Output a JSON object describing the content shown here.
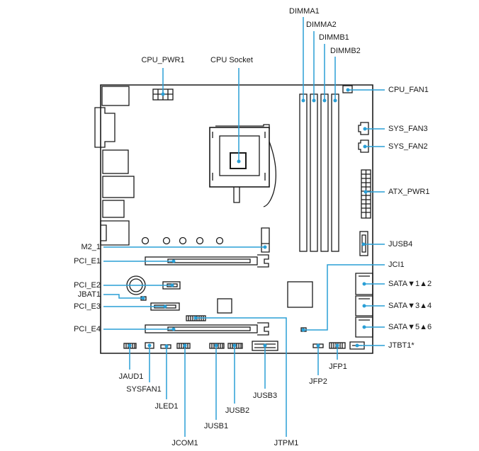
{
  "colors": {
    "leader": "#2a9fd6",
    "outline": "#1a1a1a",
    "text": "#1a1a1a",
    "background": "#ffffff"
  },
  "labels": {
    "dimma1": "DIMMA1",
    "dimma2": "DIMMA2",
    "dimmb1": "DIMMB1",
    "dimmb2": "DIMMB2",
    "cpu_pwr1": "CPU_PWR1",
    "cpu_socket": "CPU Socket",
    "cpu_fan1": "CPU_FAN1",
    "sys_fan3": "SYS_FAN3",
    "sys_fan2": "SYS_FAN2",
    "atx_pwr1": "ATX_PWR1",
    "jusb4": "JUSB4",
    "m2_1": "M2_1",
    "pci_e1": "PCI_E1",
    "jci1": "JCI1",
    "pci_e2": "PCI_E2",
    "jbat1": "JBAT1",
    "pci_e3": "PCI_E3",
    "sata12": "SATA▼1▲2",
    "sata34": "SATA▼3▲4",
    "sata56": "SATA▼5▲6",
    "pci_e4": "PCI_E4",
    "jtbt1": "JTBT1*",
    "jaud1": "JAUD1",
    "sysfan1": "SYSFAN1",
    "jled1": "JLED1",
    "jcom1": "JCOM1",
    "jusb1": "JUSB1",
    "jusb2": "JUSB2",
    "jusb3": "JUSB3",
    "jtpm1": "JTPM1",
    "jfp1": "JFP1",
    "jfp2": "JFP2"
  }
}
